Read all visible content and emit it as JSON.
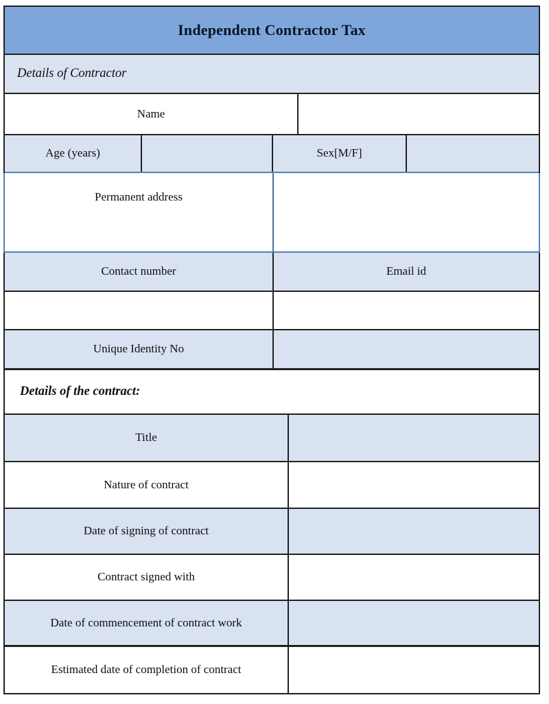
{
  "page_title": "Independent Contractor Tax",
  "colors": {
    "header_bg": "#7EA6DB",
    "shaded_row_bg": "#D9E2F1",
    "accent_border": "#4F81BD",
    "grid_border": "#212121"
  },
  "header": {
    "title": "Independent Contractor Tax"
  },
  "sections": {
    "contractor": {
      "heading": "Details of Contractor"
    },
    "contract": {
      "heading": "Details of the contract:"
    }
  },
  "fields": {
    "name": {
      "label": "Name",
      "value": ""
    },
    "age": {
      "label": "Age (years)",
      "value": ""
    },
    "sex": {
      "label": "Sex[M/F]",
      "value": ""
    },
    "permanent_address": {
      "label": "Permanent address",
      "value": ""
    },
    "contact_number": {
      "label": "Contact number",
      "value": ""
    },
    "email_id": {
      "label": "Email id",
      "value": ""
    },
    "unique_identity_no": {
      "label": "Unique Identity No",
      "value": ""
    },
    "title": {
      "label": "Title",
      "value": ""
    },
    "nature_of_contract": {
      "label": "Nature of contract",
      "value": ""
    },
    "date_of_signing": {
      "label": "Date of signing of contract",
      "value": ""
    },
    "contract_signed_with": {
      "label": "Contract signed with",
      "value": ""
    },
    "date_of_commencement": {
      "label": "Date of commencement of contract work",
      "value": ""
    },
    "estimated_completion": {
      "label": "Estimated date of completion of contract",
      "value": ""
    }
  }
}
